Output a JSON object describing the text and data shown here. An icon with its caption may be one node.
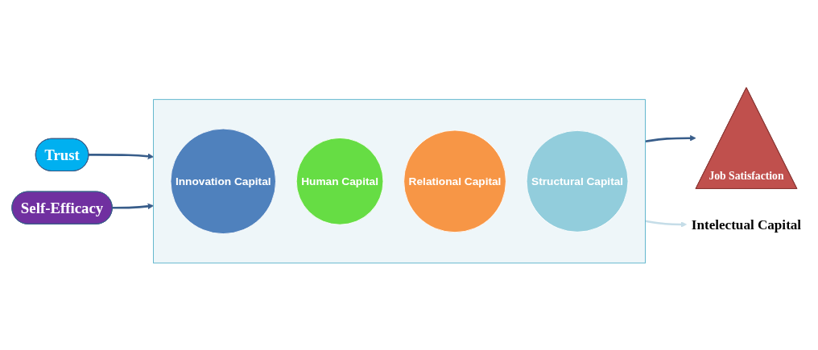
{
  "diagram": {
    "nodes": [
      {
        "text": [
          "Trust"
        ]
      },
      {
        "text": [
          "Self-Efficacy"
        ]
      },
      {
        "text": [],
        "shape": "funnel"
      },
      {
        "text": [
          "Innovation Capital"
        ],
        "in": 2
      },
      {
        "text": [
          "Human Capital"
        ],
        "in": 2
      },
      {
        "text": [
          "Relational Capital"
        ],
        "in": 2
      },
      {
        "text": [
          "Structural Capital"
        ],
        "in": 2
      },
      {
        "text": [
          "Job Satisfaction"
        ]
      },
      {
        "text": [
          "Intelectual Capital"
        ]
      }
    ],
    "edges": [
      {
        "from": 0,
        "to": 2,
        "arrow": "to"
      },
      {
        "from": 1,
        "to": 2,
        "arrow": "to"
      },
      {
        "from": 2,
        "to": 7,
        "arrow": "to"
      },
      {
        "from": 2,
        "to": 8,
        "arrow": "to",
        "color": "#c5dde8"
      }
    ]
  }
}
